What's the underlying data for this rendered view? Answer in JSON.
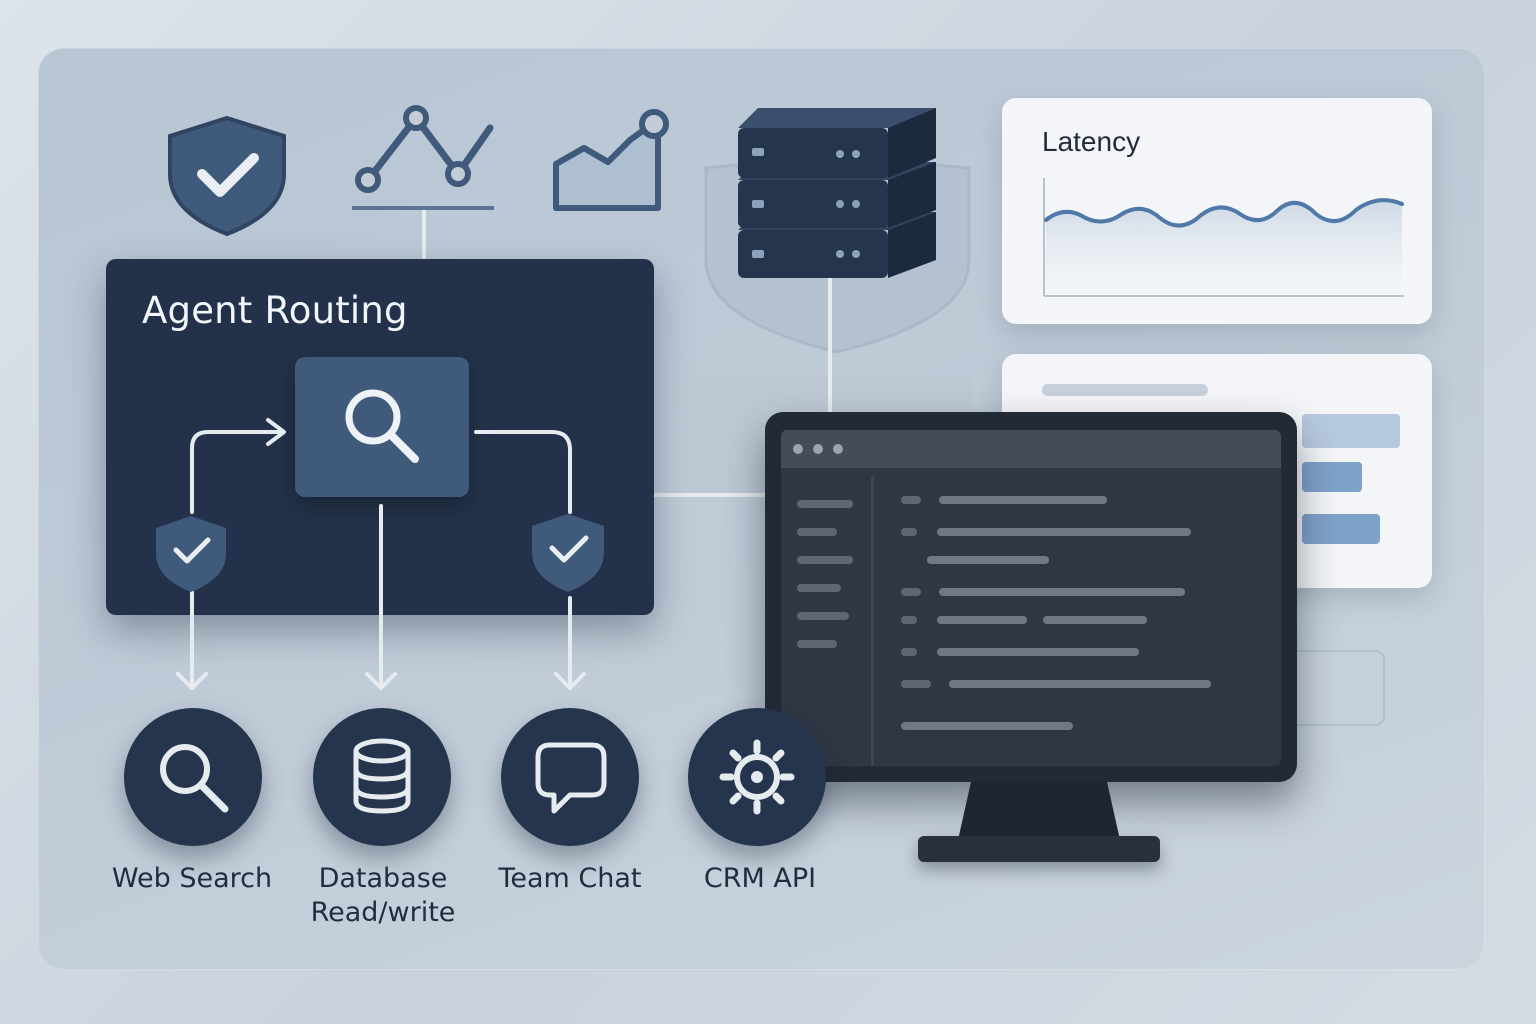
{
  "routing": {
    "title": "Agent Routing"
  },
  "latency": {
    "title": "Latency"
  },
  "tools": [
    {
      "icon": "search-icon",
      "label": "Web Search",
      "label2": ""
    },
    {
      "icon": "database-icon",
      "label": "Database",
      "label2": "Read/write"
    },
    {
      "icon": "chat-bubble-icon",
      "label": "Team Chat",
      "label2": ""
    },
    {
      "icon": "gear-icon",
      "label": "CRM API",
      "label2": ""
    }
  ],
  "top_icons": [
    "shield-check-icon",
    "line-chart-icon",
    "area-chart-icon",
    "server-stack-icon"
  ],
  "colors": {
    "panel_dark": "#23324a",
    "router_box": "#3f5a7a",
    "accent_blue": "#5c84b4",
    "monitor": "#222a36",
    "card": "#f3f5f8"
  }
}
